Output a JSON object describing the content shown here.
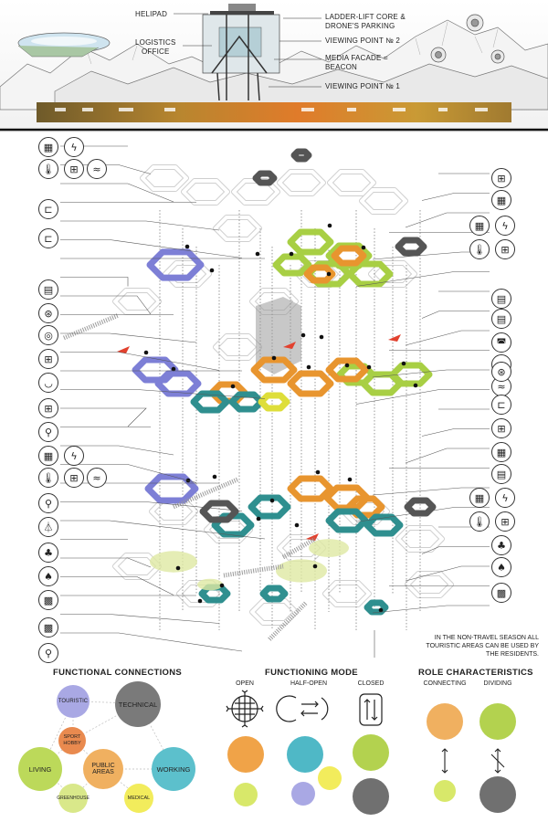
{
  "panorama": {
    "labels": {
      "helipad": "HELIPAD",
      "logistics": "LOGISTICS\nOFFICE",
      "ladder": "LADDER-LIFT CORE &\nDRONE'S PARKING",
      "viewing2": "VIEWING POINT № 2",
      "facade": "MEDIA FACADE =\nBEACON",
      "viewing1": "VIEWING POINT № 1"
    }
  },
  "icons": {
    "left": [
      "building-icon",
      "electricity-icon",
      "thermometer-icon",
      "cart-icon",
      "water-icon",
      "bed-icon",
      "bed-icon",
      "document-icon",
      "scooter-icon",
      "lifebuoy-icon",
      "cart-icon",
      "bathtub-icon",
      "cart-icon",
      "microscope-icon",
      "building-icon",
      "electricity-icon",
      "thermometer-icon",
      "cart-icon",
      "water-icon",
      "microscope-icon",
      "flask-icon",
      "plant-icon",
      "trees-icon",
      "grid-icon",
      "grid-icon",
      "microscope-icon",
      "flask-icon"
    ],
    "right": [
      "cart-icon",
      "building-icon",
      "building-icon",
      "electricity-icon",
      "thermometer-icon",
      "cart-icon",
      "document-icon",
      "document-icon",
      "pot-icon",
      "bag-icon",
      "water-icon",
      "scooter-icon",
      "bed-icon",
      "cart-icon",
      "building-icon",
      "document-icon",
      "building-icon",
      "electricity-icon",
      "thermometer-icon",
      "cart-icon",
      "plant-icon",
      "trees-icon",
      "grid-icon"
    ],
    "glyphs": {
      "building-icon": "▦",
      "electricity-icon": "ϟ",
      "thermometer-icon": "🌡",
      "cart-icon": "⊞",
      "water-icon": "≈",
      "bed-icon": "⊏",
      "document-icon": "▤",
      "scooter-icon": "⊛",
      "lifebuoy-icon": "◎",
      "bathtub-icon": "◡",
      "microscope-icon": "⚲",
      "flask-icon": "⏃",
      "plant-icon": "♣",
      "trees-icon": "♠",
      "grid-icon": "▩",
      "pot-icon": "◚",
      "bag-icon": "◓"
    }
  },
  "note": "IN THE NON-TRAVEL SEASON ALL\nTOURISTIC AREAS CAN BE USED BY\nTHE RESIDENTS.",
  "functional": {
    "title": "FUNCTIONAL CONNECTIONS",
    "touristic": "TOURISTIC",
    "technical": "TECHNICAL",
    "sport": "SPORT\nHOBBY",
    "living": "LIVING",
    "public": "PUBLIC\nAREAS",
    "working": "WORKING",
    "greenhouse": "GREENHOUSE",
    "medical": "MEDICAL"
  },
  "mode": {
    "title": "FUNCTIONING MODE",
    "open": "OPEN",
    "half": "HALF-OPEN",
    "closed": "CLOSED"
  },
  "role": {
    "title": "ROLE CHARACTERISTICS",
    "connecting": "CONNECTING",
    "dividing": "DIVIDING"
  },
  "colors": {
    "touristic": "#a9a8e4",
    "technical": "#7a7a7a",
    "sport": "#e98a4f",
    "living": "#bcd95a",
    "public": "#f0b060",
    "working": "#5cc0cc",
    "greenhouse": "#d9e88a",
    "medical": "#f2ec5c",
    "purple": "#7d7fd6",
    "teal": "#2f8f8f",
    "orange": "#e8952f",
    "green": "#a8cf44",
    "gray": "#555555",
    "dark": "#333333"
  }
}
